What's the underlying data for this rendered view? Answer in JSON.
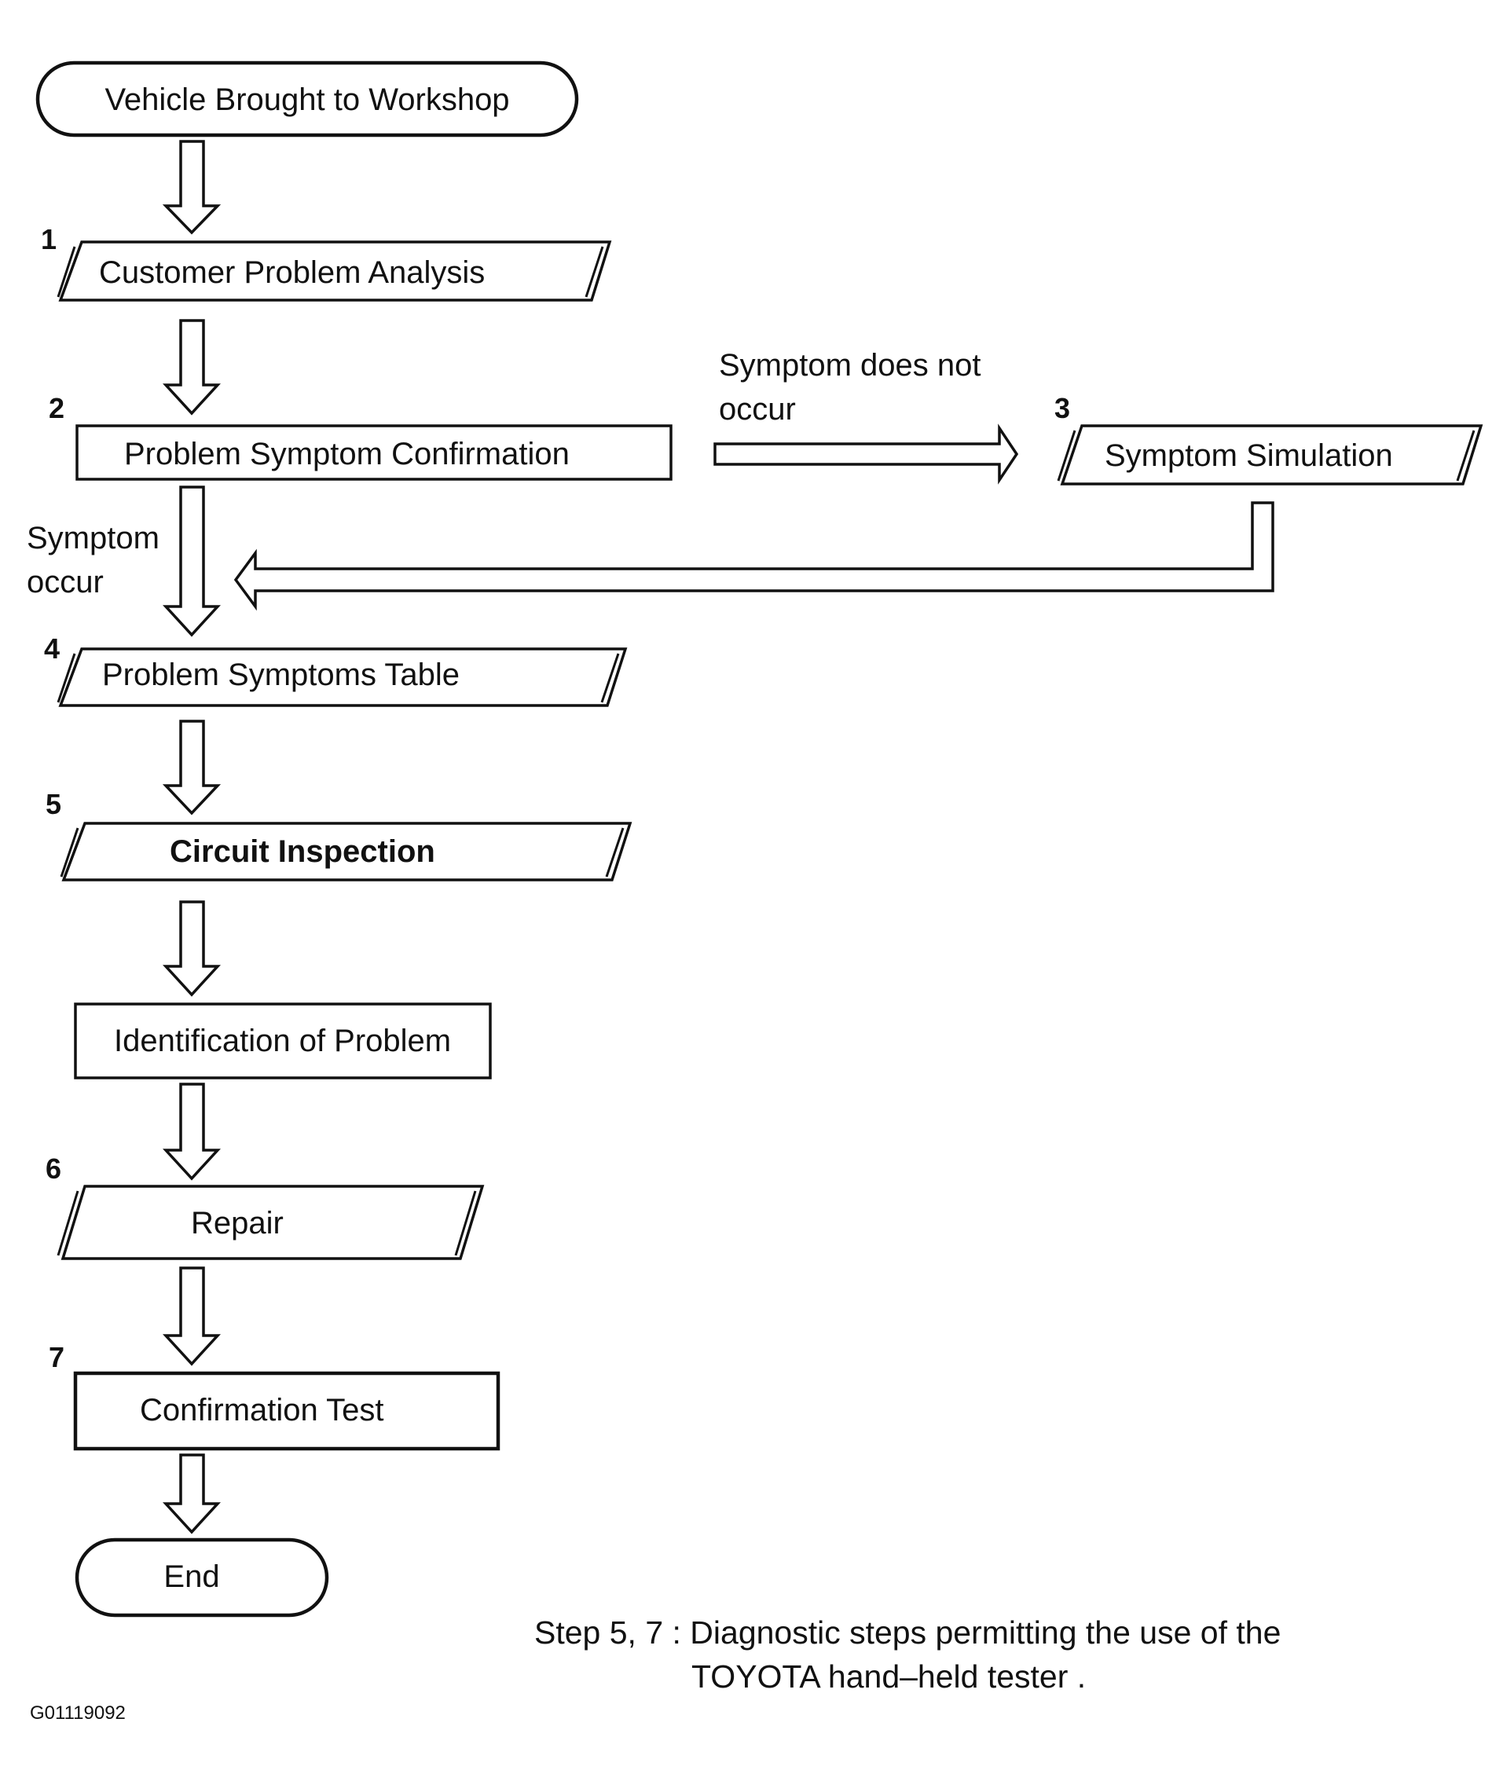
{
  "diagram": {
    "start": "Vehicle Brought to Workshop",
    "end": "End",
    "steps": [
      {
        "number": "1",
        "label": "Customer Problem Analysis"
      },
      {
        "number": "2",
        "label": "Problem Symptom Confirmation"
      },
      {
        "number": "3",
        "label": "Symptom Simulation"
      },
      {
        "number": "4",
        "label": "Problem Symptoms Table"
      },
      {
        "number": "5",
        "label": "Circuit Inspection"
      },
      {
        "number": "",
        "label": "Identification of Problem"
      },
      {
        "number": "6",
        "label": "Repair"
      },
      {
        "number": "7",
        "label": "Confirmation Test"
      }
    ],
    "branch_labels": {
      "not_occur_line1": "Symptom does not",
      "not_occur_line2": "occur",
      "occur_line1": "Symptom",
      "occur_line2": "occur"
    },
    "note_line1": "Step 5, 7 : Diagnostic steps permitting the use of the",
    "note_line2": "TOYOTA hand–held tester .",
    "figure_code": "G01119092"
  }
}
